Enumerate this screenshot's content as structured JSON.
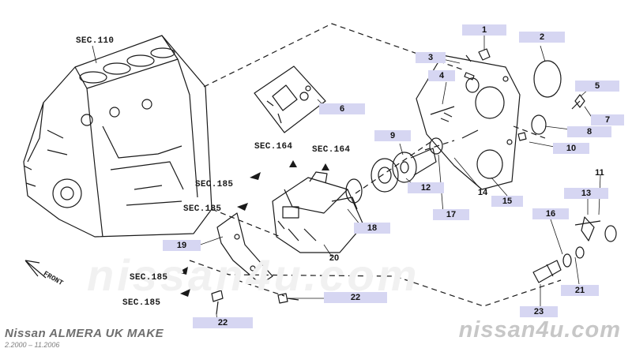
{
  "footer": {
    "title": "Nissan ALMERA UK MAKE",
    "date_range": "2.2000 – 11.2006"
  },
  "watermark": {
    "large": "nissan4u.com",
    "small": "nissan4u.com"
  },
  "front_label": "FRONT",
  "section_refs": [
    "SEC.110",
    "SEC.164",
    "SEC.164",
    "SEC.185",
    "SEC.185",
    "SEC.185",
    "SEC.185"
  ],
  "callouts": [
    "1",
    "2",
    "3",
    "4",
    "5",
    "6",
    "7",
    "8",
    "9",
    "10",
    "11",
    "12",
    "13",
    "14",
    "15",
    "16",
    "17",
    "18",
    "19",
    "20",
    "21",
    "22",
    "22",
    "23"
  ],
  "colors": {
    "callout_bg": "#d6d6f2",
    "line": "#1a1a1a"
  }
}
